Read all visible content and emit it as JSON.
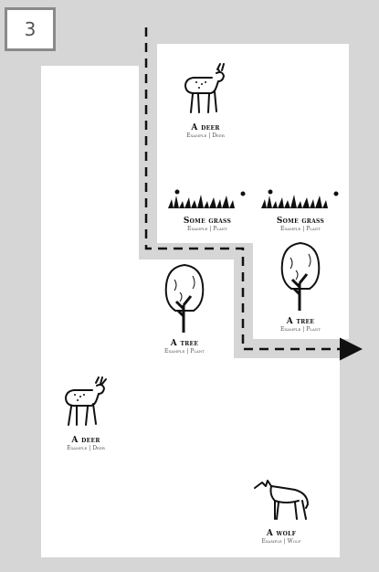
{
  "step": {
    "number": "3"
  },
  "cards": {
    "deer_top": {
      "name": "A deer",
      "sub": "Example | Deer",
      "icon": "deer-icon"
    },
    "grass_left": {
      "name": "Some grass",
      "sub": "Example | Plant",
      "icon": "grass-icon"
    },
    "grass_right": {
      "name": "Some grass",
      "sub": "Example | Plant",
      "icon": "grass-icon"
    },
    "tree_left": {
      "name": "A tree",
      "sub": "Example | Plant",
      "icon": "tree-icon"
    },
    "tree_right": {
      "name": "A tree",
      "sub": "Example | Plant",
      "icon": "tree-icon"
    },
    "deer_bottom": {
      "name": "A deer",
      "sub": "Example | Deer",
      "icon": "deer-icon"
    },
    "wolf": {
      "name": "A wolf",
      "sub": "Example | Wolf",
      "icon": "wolf-icon"
    }
  },
  "colors": {
    "background": "#d6d6d6",
    "panel": "#ffffff",
    "path": "#111111",
    "badge_border": "#8a8a8a"
  }
}
